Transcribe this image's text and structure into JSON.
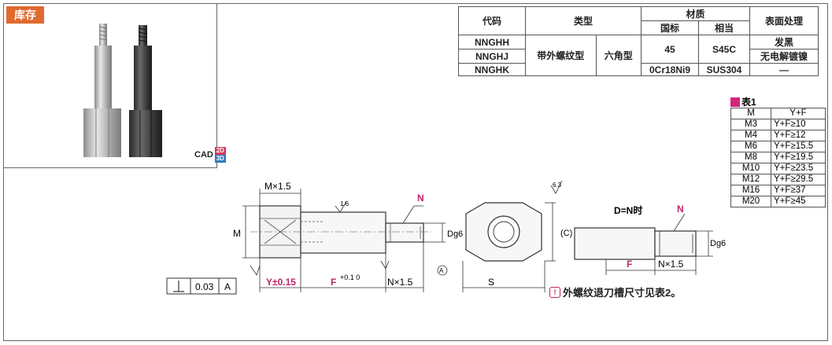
{
  "stock_label": "库存",
  "cad_label": "CAD",
  "cad_2d": "2D",
  "cad_3d": "3D",
  "spec_table": {
    "h_code": "代码",
    "h_type": "类型",
    "h_material": "材质",
    "h_surface": "表面处理",
    "h_gb": "国标",
    "h_equiv": "相当",
    "codes": [
      "NNGHH",
      "NNGHJ",
      "NNGHK"
    ],
    "type_thread": "带外螺纹型",
    "type_hex": "六角型",
    "gb_1": "45",
    "equiv_1": "S45C",
    "surface_1": "发黑",
    "surface_2": "无电解镀镍",
    "gb_2": "0Cr18Ni9",
    "equiv_2": "SUS304",
    "surface_3": "—"
  },
  "table1": {
    "title": "表1",
    "header": [
      "M",
      "Y+F"
    ],
    "rows": [
      [
        "M3",
        "Y+F≥10"
      ],
      [
        "M4",
        "Y+F≥12"
      ],
      [
        "M6",
        "Y+F≥15.5"
      ],
      [
        "M8",
        "Y+F≥19.5"
      ],
      [
        "M10",
        "Y+F≥23.5"
      ],
      [
        "M12",
        "Y+F≥29.5"
      ],
      [
        "M16",
        "Y+F≥37"
      ],
      [
        "M20",
        "Y+F≥45"
      ]
    ]
  },
  "drawing": {
    "m_x_15": "M×1.5",
    "m": "M",
    "n": "N",
    "dg6": "Dg6",
    "y_tol": "Y±0.15",
    "f": "F",
    "f_tol": "+0.1 0",
    "n_x_15": "N×1.5",
    "s": "S",
    "c": "(C)",
    "d_eq_n": "D=N时",
    "f2": "F",
    "n_x_15_2": "N×1.5",
    "dg6_2": "Dg6",
    "n2": "N",
    "rough_16": "1.6",
    "rough_63": "6.3",
    "datum_a": "A",
    "tol_val": "0.03",
    "tol_ref": "A"
  },
  "note": "外螺纹退刀槽尺寸见表2。",
  "colors": {
    "accent": "#c0256a",
    "code": "#1b5fb0",
    "badge": "#e06a2f"
  }
}
